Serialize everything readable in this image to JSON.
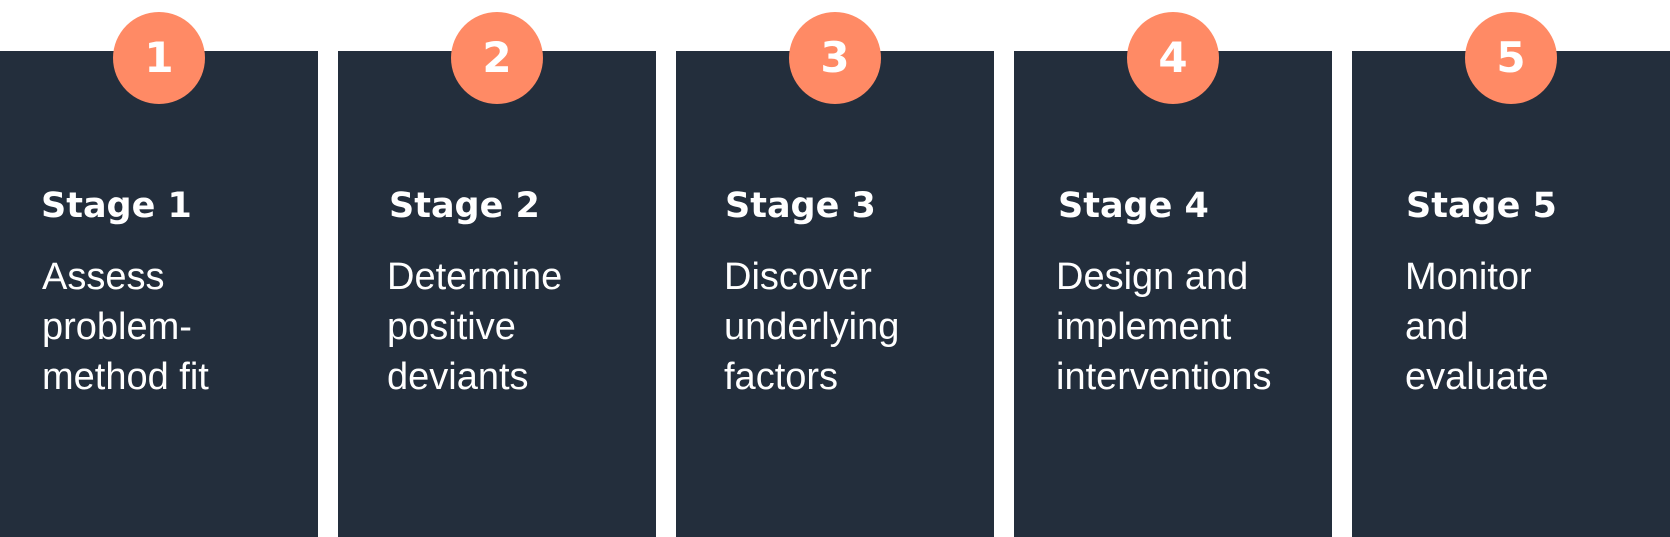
{
  "stages": [
    {
      "number": "1",
      "title": "Stage 1",
      "description_lines": [
        "Assess",
        "problem-",
        "method fit"
      ]
    },
    {
      "number": "2",
      "title": "Stage 2",
      "description_lines": [
        "Determine",
        "positive",
        "deviants"
      ]
    },
    {
      "number": "3",
      "title": "Stage 3",
      "description_lines": [
        "Discover",
        "underlying",
        "factors"
      ]
    },
    {
      "number": "4",
      "title": "Stage 4",
      "description_lines": [
        "Design and",
        "implement",
        "interventions"
      ]
    },
    {
      "number": "5",
      "title": "Stage 5",
      "description_lines": [
        "Monitor",
        "and",
        "evaluate"
      ]
    }
  ],
  "colors": {
    "card_background": "#232e3c",
    "badge_background": "#ff8a65",
    "text": "#ffffff",
    "page_background": "#ffffff"
  }
}
